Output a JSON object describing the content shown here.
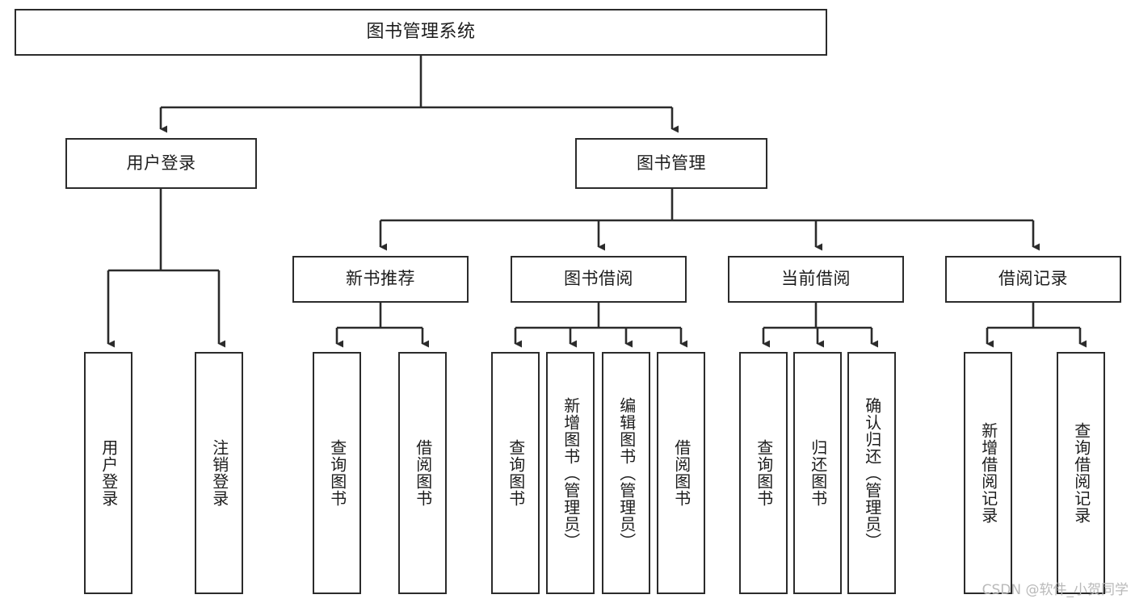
{
  "diagram": {
    "title": "图书管理系统",
    "type": "tree",
    "watermark": "CSDN @软件_小贺同学",
    "colors": {
      "background": "#ffffff",
      "box_fill": "#ffffff",
      "box_border": "#2b2b2b",
      "connector": "#2b2b2b",
      "text": "#1d1d1d",
      "watermark": "#b9b9b9"
    },
    "levels": {
      "root": {
        "label": "图书管理系统"
      },
      "level2": [
        {
          "label": "用户登录"
        },
        {
          "label": "图书管理"
        }
      ],
      "level3": [
        {
          "label": "新书推荐"
        },
        {
          "label": "图书借阅"
        },
        {
          "label": "当前借阅"
        },
        {
          "label": "借阅记录"
        }
      ],
      "leaves_user_login": [
        {
          "label": "用户登录"
        },
        {
          "label": "注销登录"
        }
      ],
      "leaves_new_books": [
        {
          "label": "查询图书"
        },
        {
          "label": "借阅图书"
        }
      ],
      "leaves_borrow": [
        {
          "label": "查询图书"
        },
        {
          "label": "新增图书（管理员）"
        },
        {
          "label": "编辑图书（管理员）"
        },
        {
          "label": "借阅图书"
        }
      ],
      "leaves_current": [
        {
          "label": "查询图书"
        },
        {
          "label": "归还图书"
        },
        {
          "label": "确认归还（管理员）"
        }
      ],
      "leaves_records": [
        {
          "label": "新增借阅记录"
        },
        {
          "label": "查询借阅记录"
        }
      ]
    }
  }
}
